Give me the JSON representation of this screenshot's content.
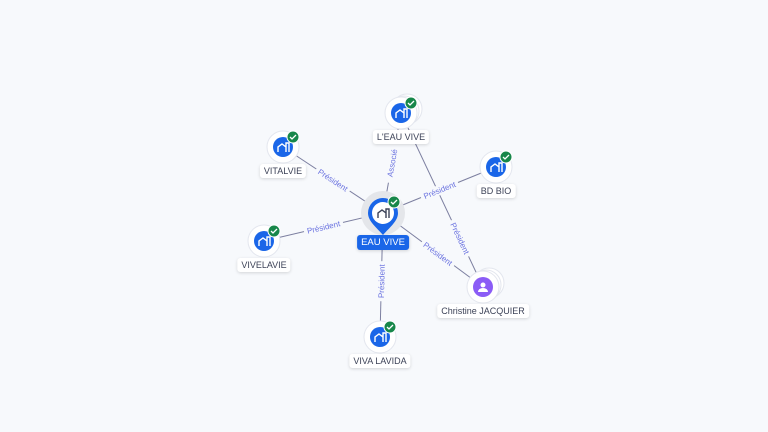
{
  "colors": {
    "company": "#1a66e8",
    "person": "#8b5cf6",
    "edge": "#7c7fa0",
    "edge_label": "#6b73e0",
    "check": "#17874a"
  },
  "center": {
    "id": "c",
    "label": "EAU VIVE",
    "icon": "building-icon"
  },
  "nodes": [
    {
      "id": "n1",
      "label": "L'EAU VIVE",
      "type": "company",
      "icon": "building-icon",
      "verified": true
    },
    {
      "id": "n2",
      "label": "VITALVIE",
      "type": "company",
      "icon": "building-icon",
      "verified": true
    },
    {
      "id": "n3",
      "label": "BD BIO",
      "type": "company",
      "icon": "building-icon",
      "verified": true
    },
    {
      "id": "n4",
      "label": "VIVELAVIE",
      "type": "company",
      "icon": "building-icon",
      "verified": true
    },
    {
      "id": "n5",
      "label": "VIVA LAVIDA",
      "type": "company",
      "icon": "building-icon",
      "verified": true
    },
    {
      "id": "n6",
      "label": "Christine JACQUIER",
      "type": "person",
      "icon": "person-icon",
      "verified": false
    }
  ],
  "edges": [
    {
      "from": "c",
      "to": "n1",
      "label": "Associé"
    },
    {
      "from": "c",
      "to": "n2",
      "label": "Président"
    },
    {
      "from": "c",
      "to": "n3",
      "label": "Président"
    },
    {
      "from": "c",
      "to": "n4",
      "label": "Président"
    },
    {
      "from": "c",
      "to": "n5",
      "label": "Président"
    },
    {
      "from": "n6",
      "to": "c",
      "label": "Président"
    },
    {
      "from": "n6",
      "to": "n1",
      "label": "Président"
    }
  ]
}
